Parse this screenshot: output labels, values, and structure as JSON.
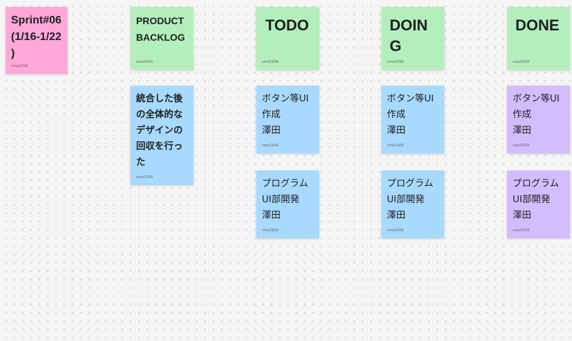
{
  "board": {
    "sprint": {
      "text": "Sprint#06\n(1/16-1/22\n)",
      "author": "cima23066"
    },
    "headers": [
      {
        "text": "PRODUCT\nBACKLOG",
        "author": "cima23066"
      },
      {
        "text": "TODO",
        "author": "cima23066"
      },
      {
        "text": "DOING",
        "author": "cima23066"
      },
      {
        "text": "DONE",
        "author": "cima23066"
      }
    ],
    "backlog": [
      {
        "text": "統合した後\nの全体的な\nデザインの\n回収を行っ\nた",
        "author": "cima23066"
      }
    ],
    "todo": [
      {
        "text": "ボタン等UI\n作成\n澤田",
        "author": "cima23066"
      },
      {
        "text": "プログラム\nUI部開発\n澤田",
        "author": "cima23066"
      }
    ],
    "doing": [
      {
        "text": "ボタン等UI\n作成\n澤田",
        "author": "cima23066"
      },
      {
        "text": "プログラム\nUI部開発\n澤田",
        "author": "cima23066"
      }
    ],
    "done": [
      {
        "text": "ボタン等UI\n作成\n澤田",
        "author": "cima23066"
      },
      {
        "text": "プログラム\nUI部開発\n澤田",
        "author": "cima23066"
      }
    ]
  },
  "colors": {
    "sprint": "#ffa8d9",
    "header": "#b3efbd",
    "task": "#a8daff",
    "done_task": "#d3bdff",
    "canvas": "#f5f5f5"
  }
}
